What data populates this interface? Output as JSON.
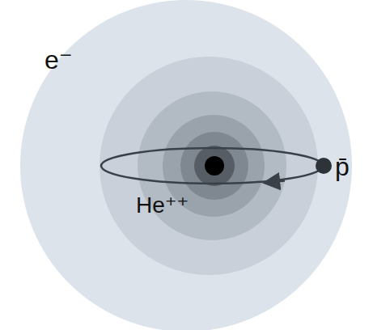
{
  "diagram": {
    "labels": [
      "e⁻",
      "He⁺⁺",
      "p̄"
    ]
  }
}
